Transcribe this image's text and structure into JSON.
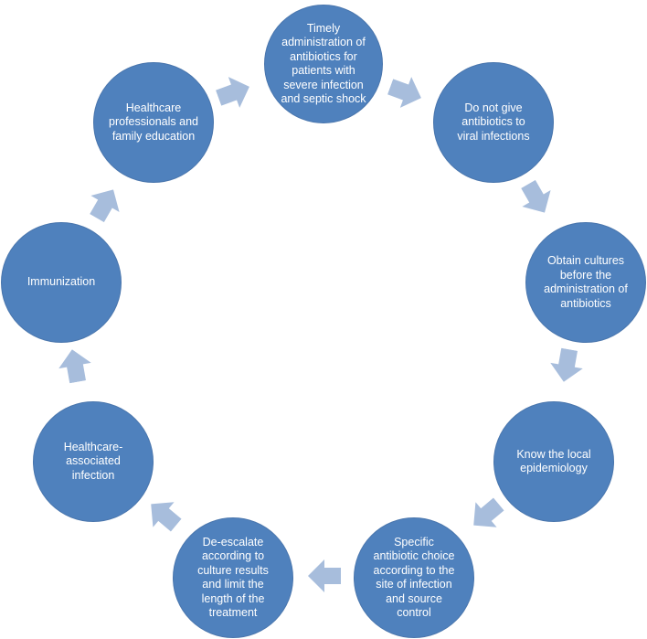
{
  "diagram": {
    "type": "cycle",
    "colors": {
      "node_fill": "#4f81bd",
      "node_text": "#ffffff",
      "arrow_fill": "#a7bddc",
      "background": "#ffffff"
    },
    "nodes": [
      {
        "id": "timely-administration",
        "label": "Timely\nadministration of\nantibiotics for\npatients with\nsevere infection\nand septic shock"
      },
      {
        "id": "no-antibiotics-viral",
        "label": "Do not give\nantibiotics to\nviral infections"
      },
      {
        "id": "obtain-cultures",
        "label": "Obtain cultures\nbefore the\nadministration of\nantibiotics"
      },
      {
        "id": "local-epidemiology",
        "label": "Know the local\nepidemiology"
      },
      {
        "id": "specific-choice",
        "label": "Specific\nantibiotic choice\naccording to the\nsite of infection\nand source\ncontrol"
      },
      {
        "id": "de-escalate",
        "label": "De-escalate\naccording to\nculture results\nand limit the\nlength of the\ntreatment"
      },
      {
        "id": "healthcare-infection",
        "label": "Healthcare-\nassociated\ninfection"
      },
      {
        "id": "immunization",
        "label": "Immunization"
      },
      {
        "id": "education",
        "label": "Healthcare\nprofessionals and\nfamily education"
      }
    ],
    "arrow_icon": "chevron-arrow-icon"
  }
}
